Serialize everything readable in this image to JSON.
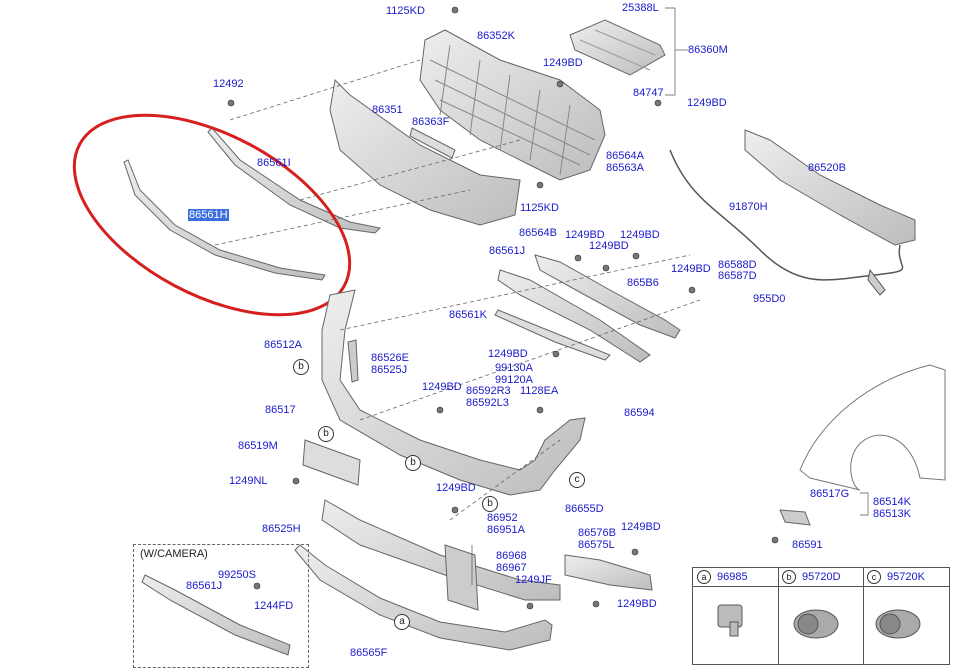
{
  "labels": {
    "p1125KD_top": "1125KD",
    "p25388L": "25388L",
    "p86352K": "86352K",
    "p86360M": "86360M",
    "p12492": "12492",
    "p1249BD_a": "1249BD",
    "p84747": "84747",
    "p1249BD_b": "1249BD",
    "p86351": "86351",
    "p86363F": "86363F",
    "p86561I": "86561I",
    "p86561H": "86561H",
    "p86564A": "86564A",
    "p86563A": "86563A",
    "p86520B": "86520B",
    "p1125KD_mid": "1125KD",
    "p91870H": "91870H",
    "p86564B": "86564B",
    "p1249BD_c": "1249BD",
    "p1249BD_d": "1249BD",
    "p1249BD_e": "1249BD",
    "p86561J": "86561J",
    "p1249BD_f": "1249BD",
    "p86588D": "86588D",
    "p86587D": "86587D",
    "p865B6": "865B6",
    "p955D0": "955D0",
    "p86561K": "86561K",
    "p86512A": "86512A",
    "p86526E": "86526E",
    "p86525J": "86525J",
    "p1249BD_g": "1249BD",
    "p99130A": "99130A",
    "p99120A": "99120A",
    "p1249BD_h": "1249BD",
    "p86592R3": "86592R3",
    "p1128EA": "1128EA",
    "p86592L3": "86592L3",
    "p86517": "86517",
    "p86594": "86594",
    "p86519M": "86519M",
    "p1249NL": "1249NL",
    "p1249BD_i": "1249BD",
    "p86655D": "86655D",
    "p86952": "86952",
    "p86951A": "86951A",
    "p86525H": "86525H",
    "p86576B": "86576B",
    "p86575L": "86575L",
    "p1249BD_j": "1249BD",
    "p86968": "86968",
    "p86967": "86967",
    "p1249JF": "1249JF",
    "p1249BD_k": "1249BD",
    "p86565F": "86565F",
    "p86517G": "86517G",
    "p86514K": "86514K",
    "p86513K": "86513K",
    "p86591": "86591",
    "camera_title": "(W/CAMERA)",
    "p99250S": "99250S",
    "p86561J_cam": "86561J",
    "p1244FD": "1244FD"
  },
  "callouts": {
    "a": "a",
    "b": "b",
    "c": "c"
  },
  "legend": [
    {
      "letter": "a",
      "part": "96985"
    },
    {
      "letter": "b",
      "part": "95720D"
    },
    {
      "letter": "c",
      "part": "95720K"
    }
  ],
  "colors": {
    "label": "#1a1acc",
    "highlight": "#3b6fe0",
    "circle": "#d62020",
    "part_fill": "#d9d9d9",
    "part_stroke": "#666666"
  }
}
